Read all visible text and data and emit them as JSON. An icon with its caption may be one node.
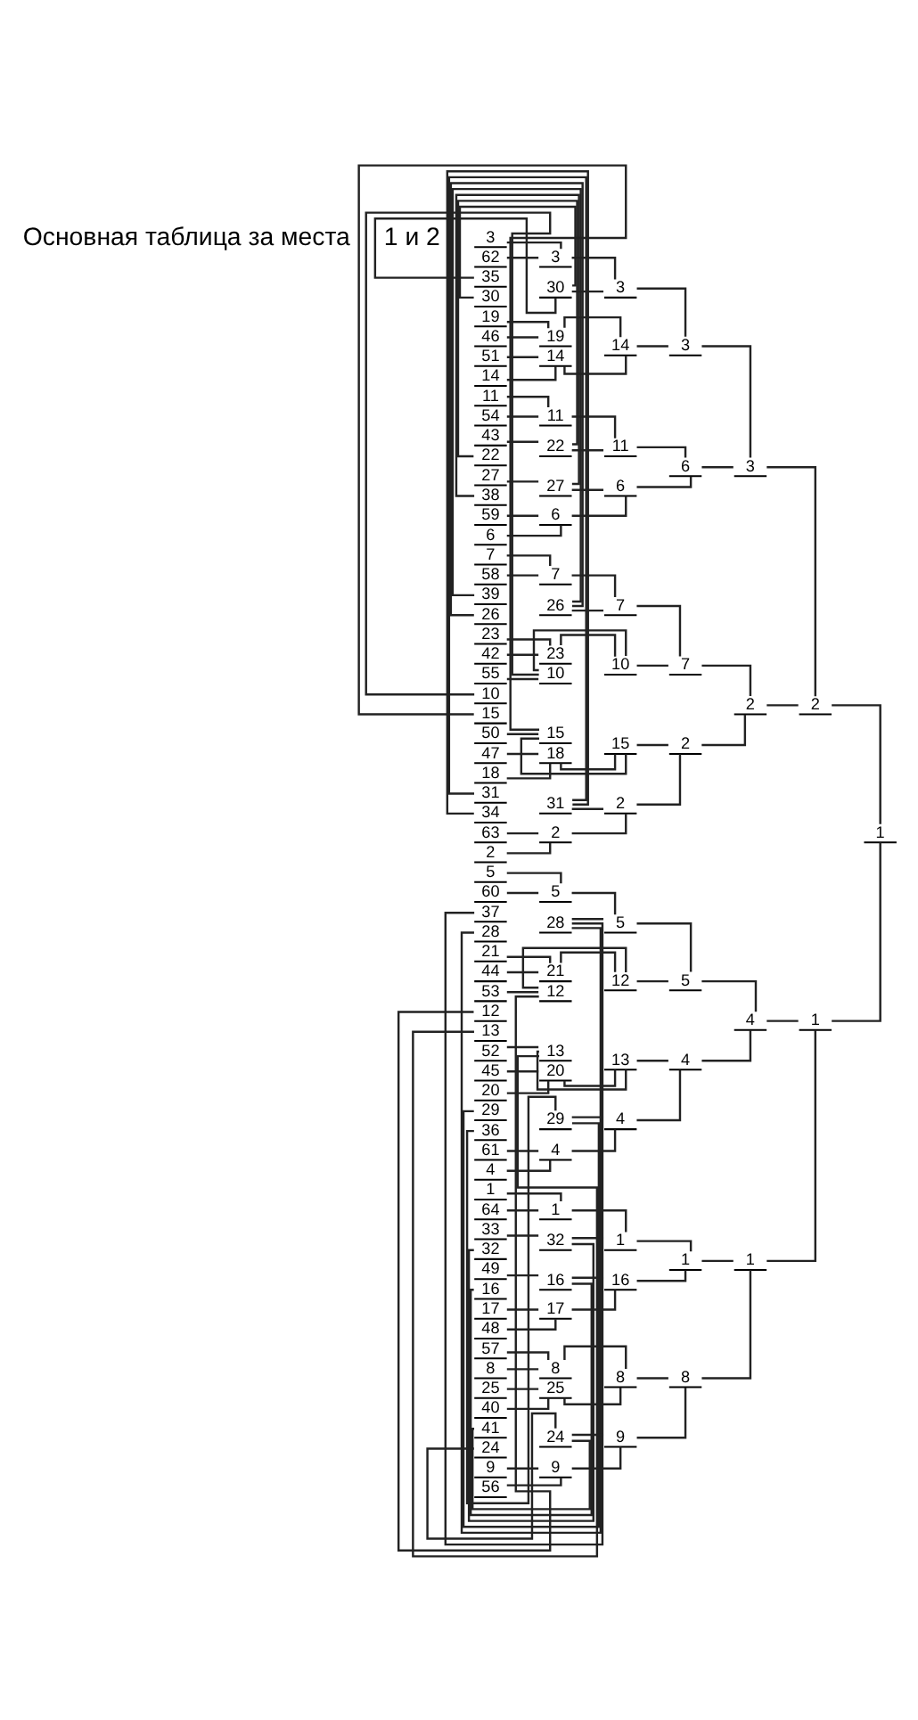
{
  "diagram": {
    "nodes": [
      {
        "text": [
          "1"
        ]
      },
      {
        "text": [
          "64"
        ]
      },
      {
        "text": [
          "33"
        ]
      },
      {
        "text": [
          "32"
        ]
      },
      {
        "text": [
          "17"
        ]
      },
      {
        "text": [
          "48"
        ]
      },
      {
        "text": [
          "49"
        ]
      },
      {
        "text": [
          "16"
        ]
      },
      {
        "text": [
          "9"
        ]
      },
      {
        "text": [
          "56"
        ]
      },
      {
        "text": [
          "41"
        ]
      },
      {
        "text": [
          "24"
        ]
      },
      {
        "text": [
          "25"
        ]
      },
      {
        "text": [
          "40"
        ]
      },
      {
        "text": [
          "57"
        ]
      },
      {
        "text": [
          "8"
        ]
      },
      {
        "text": [
          "5"
        ]
      },
      {
        "text": [
          "60"
        ]
      },
      {
        "text": [
          "37"
        ]
      },
      {
        "text": [
          "28"
        ]
      },
      {
        "text": [
          "21"
        ]
      },
      {
        "text": [
          "44"
        ]
      },
      {
        "text": [
          "53"
        ]
      },
      {
        "text": [
          "12"
        ]
      },
      {
        "text": [
          "13"
        ]
      },
      {
        "text": [
          "52"
        ]
      },
      {
        "text": [
          "45"
        ]
      },
      {
        "text": [
          "20"
        ]
      },
      {
        "text": [
          "29"
        ]
      },
      {
        "text": [
          "36"
        ]
      },
      {
        "text": [
          "61"
        ]
      },
      {
        "text": [
          "4"
        ]
      },
      {
        "text": [
          "3"
        ]
      },
      {
        "text": [
          "62"
        ]
      },
      {
        "text": [
          "35"
        ]
      },
      {
        "text": [
          "30"
        ]
      },
      {
        "text": [
          "19"
        ]
      },
      {
        "text": [
          "46"
        ]
      },
      {
        "text": [
          "51"
        ]
      },
      {
        "text": [
          "14"
        ]
      },
      {
        "text": [
          "11"
        ]
      },
      {
        "text": [
          "54"
        ]
      },
      {
        "text": [
          "43"
        ]
      },
      {
        "text": [
          "22"
        ]
      },
      {
        "text": [
          "27"
        ]
      },
      {
        "text": [
          "38"
        ]
      },
      {
        "text": [
          "59"
        ]
      },
      {
        "text": [
          "6"
        ]
      },
      {
        "text": [
          "7"
        ]
      },
      {
        "text": [
          "58"
        ]
      },
      {
        "text": [
          "39"
        ]
      },
      {
        "text": [
          "26"
        ]
      },
      {
        "text": [
          "23"
        ]
      },
      {
        "text": [
          "42"
        ]
      },
      {
        "text": [
          "55"
        ]
      },
      {
        "text": [
          "10"
        ]
      },
      {
        "text": [
          "15"
        ]
      },
      {
        "text": [
          "50"
        ]
      },
      {
        "text": [
          "47"
        ]
      },
      {
        "text": [
          "18"
        ]
      },
      {
        "text": [
          "31"
        ]
      },
      {
        "text": [
          "34"
        ]
      },
      {
        "text": [
          "63"
        ]
      },
      {
        "text": [
          "2"
        ]
      },
      {
        "text": [
          "1"
        ]
      },
      {
        "text": [
          "32"
        ]
      },
      {
        "text": [
          "17"
        ]
      },
      {
        "text": [
          "16"
        ]
      },
      {
        "text": [
          "9"
        ]
      },
      {
        "text": [
          "24"
        ]
      },
      {
        "text": [
          "25"
        ]
      },
      {
        "text": [
          "8"
        ]
      },
      {
        "text": [
          "5"
        ]
      },
      {
        "text": [
          "28"
        ]
      },
      {
        "text": [
          "21"
        ]
      },
      {
        "text": [
          "12"
        ]
      },
      {
        "text": [
          "13"
        ]
      },
      {
        "text": [
          "20"
        ]
      },
      {
        "text": [
          "29"
        ]
      },
      {
        "text": [
          "4"
        ]
      },
      {
        "text": [
          "3"
        ]
      },
      {
        "text": [
          "30"
        ]
      },
      {
        "text": [
          "19"
        ]
      },
      {
        "text": [
          "14"
        ]
      },
      {
        "text": [
          "11"
        ]
      },
      {
        "text": [
          "22"
        ]
      },
      {
        "text": [
          "27"
        ]
      },
      {
        "text": [
          "6"
        ]
      },
      {
        "text": [
          "7"
        ]
      },
      {
        "text": [
          "26"
        ]
      },
      {
        "text": [
          "23"
        ]
      },
      {
        "text": [
          "10"
        ]
      },
      {
        "text": [
          "15"
        ]
      },
      {
        "text": [
          "18"
        ]
      },
      {
        "text": [
          "31"
        ]
      },
      {
        "text": [
          "2"
        ]
      },
      {
        "text": [
          "1"
        ]
      },
      {
        "text": [
          "16"
        ]
      },
      {
        "text": [
          "9"
        ]
      },
      {
        "text": [
          "8"
        ]
      },
      {
        "text": [
          "5"
        ]
      },
      {
        "text": [
          "12"
        ]
      },
      {
        "text": [
          "13"
        ]
      },
      {
        "text": [
          "4"
        ]
      },
      {
        "text": [
          "3"
        ]
      },
      {
        "text": [
          "14"
        ]
      },
      {
        "text": [
          "11"
        ]
      },
      {
        "text": [
          "6"
        ]
      },
      {
        "text": [
          "7"
        ]
      },
      {
        "text": [
          "10"
        ]
      },
      {
        "text": [
          "15"
        ]
      },
      {
        "text": [
          "2"
        ]
      },
      {
        "text": [
          "1"
        ]
      },
      {
        "text": [
          "8"
        ]
      },
      {
        "text": [
          "5"
        ]
      },
      {
        "text": [
          "4"
        ]
      },
      {
        "text": [
          "3"
        ]
      },
      {
        "text": [
          "6"
        ]
      },
      {
        "text": [
          "7"
        ]
      },
      {
        "text": [
          "2"
        ]
      },
      {
        "text": [
          "1"
        ]
      },
      {
        "text": [
          "4"
        ]
      },
      {
        "text": [
          "3"
        ]
      },
      {
        "text": [
          "2"
        ]
      },
      {
        "text": [
          "1"
        ]
      },
      {
        "text": [
          "2"
        ]
      },
      {
        "text": [
          "1"
        ]
      }
    ],
    "edges": [
      {
        "from": 0,
        "to": 64,
        "arrow": "none"
      },
      {
        "from": 1,
        "to": 64,
        "arrow": "none"
      },
      {
        "from": 2,
        "to": 65,
        "arrow": "none"
      },
      {
        "from": 3,
        "to": 65,
        "arrow": "none"
      },
      {
        "from": 4,
        "to": 66,
        "arrow": "none"
      },
      {
        "from": 5,
        "to": 66,
        "arrow": "none"
      },
      {
        "from": 6,
        "to": 67,
        "arrow": "none"
      },
      {
        "from": 7,
        "to": 67,
        "arrow": "none"
      },
      {
        "from": 8,
        "to": 68,
        "arrow": "none"
      },
      {
        "from": 9,
        "to": 68,
        "arrow": "none"
      },
      {
        "from": 10,
        "to": 69,
        "arrow": "none"
      },
      {
        "from": 11,
        "to": 69,
        "arrow": "none"
      },
      {
        "from": 12,
        "to": 70,
        "arrow": "none"
      },
      {
        "from": 13,
        "to": 70,
        "arrow": "none"
      },
      {
        "from": 14,
        "to": 71,
        "arrow": "none"
      },
      {
        "from": 15,
        "to": 71,
        "arrow": "none"
      },
      {
        "from": 16,
        "to": 72,
        "arrow": "none"
      },
      {
        "from": 17,
        "to": 72,
        "arrow": "none"
      },
      {
        "from": 18,
        "to": 73,
        "arrow": "none"
      },
      {
        "from": 19,
        "to": 73,
        "arrow": "none"
      },
      {
        "from": 20,
        "to": 74,
        "arrow": "none"
      },
      {
        "from": 21,
        "to": 74,
        "arrow": "none"
      },
      {
        "from": 22,
        "to": 75,
        "arrow": "none"
      },
      {
        "from": 23,
        "to": 75,
        "arrow": "none"
      },
      {
        "from": 24,
        "to": 76,
        "arrow": "none"
      },
      {
        "from": 25,
        "to": 76,
        "arrow": "none"
      },
      {
        "from": 26,
        "to": 77,
        "arrow": "none"
      },
      {
        "from": 27,
        "to": 77,
        "arrow": "none"
      },
      {
        "from": 28,
        "to": 78,
        "arrow": "none"
      },
      {
        "from": 29,
        "to": 78,
        "arrow": "none"
      },
      {
        "from": 30,
        "to": 79,
        "arrow": "none"
      },
      {
        "from": 31,
        "to": 79,
        "arrow": "none"
      },
      {
        "from": 32,
        "to": 80,
        "arrow": "none"
      },
      {
        "from": 33,
        "to": 80,
        "arrow": "none"
      },
      {
        "from": 34,
        "to": 81,
        "arrow": "none"
      },
      {
        "from": 35,
        "to": 81,
        "arrow": "none"
      },
      {
        "from": 36,
        "to": 82,
        "arrow": "none"
      },
      {
        "from": 37,
        "to": 82,
        "arrow": "none"
      },
      {
        "from": 38,
        "to": 83,
        "arrow": "none"
      },
      {
        "from": 39,
        "to": 83,
        "arrow": "none"
      },
      {
        "from": 40,
        "to": 84,
        "arrow": "none"
      },
      {
        "from": 41,
        "to": 84,
        "arrow": "none"
      },
      {
        "from": 42,
        "to": 85,
        "arrow": "none"
      },
      {
        "from": 43,
        "to": 85,
        "arrow": "none"
      },
      {
        "from": 44,
        "to": 86,
        "arrow": "none"
      },
      {
        "from": 45,
        "to": 86,
        "arrow": "none"
      },
      {
        "from": 46,
        "to": 87,
        "arrow": "none"
      },
      {
        "from": 47,
        "to": 87,
        "arrow": "none"
      },
      {
        "from": 48,
        "to": 88,
        "arrow": "none"
      },
      {
        "from": 49,
        "to": 88,
        "arrow": "none"
      },
      {
        "from": 50,
        "to": 89,
        "arrow": "none"
      },
      {
        "from": 51,
        "to": 89,
        "arrow": "none"
      },
      {
        "from": 52,
        "to": 90,
        "arrow": "none"
      },
      {
        "from": 53,
        "to": 90,
        "arrow": "none"
      },
      {
        "from": 54,
        "to": 91,
        "arrow": "none"
      },
      {
        "from": 55,
        "to": 91,
        "arrow": "none"
      },
      {
        "from": 56,
        "to": 92,
        "arrow": "none"
      },
      {
        "from": 57,
        "to": 92,
        "arrow": "none"
      },
      {
        "from": 58,
        "to": 93,
        "arrow": "none"
      },
      {
        "from": 59,
        "to": 93,
        "arrow": "none"
      },
      {
        "from": 60,
        "to": 94,
        "arrow": "none"
      },
      {
        "from": 61,
        "to": 94,
        "arrow": "none"
      },
      {
        "from": 62,
        "to": 95,
        "arrow": "none"
      },
      {
        "from": 63,
        "to": 95,
        "arrow": "none"
      },
      {
        "from": 64,
        "to": 96,
        "arrow": "none"
      },
      {
        "from": 65,
        "to": 96,
        "arrow": "none"
      },
      {
        "from": 66,
        "to": 97,
        "arrow": "none"
      },
      {
        "from": 67,
        "to": 97,
        "arrow": "none"
      },
      {
        "from": 68,
        "to": 98,
        "arrow": "none"
      },
      {
        "from": 69,
        "to": 98,
        "arrow": "none"
      },
      {
        "from": 70,
        "to": 99,
        "arrow": "none"
      },
      {
        "from": 71,
        "to": 99,
        "arrow": "none"
      },
      {
        "from": 72,
        "to": 100,
        "arrow": "none"
      },
      {
        "from": 73,
        "to": 100,
        "arrow": "none"
      },
      {
        "from": 74,
        "to": 101,
        "arrow": "none"
      },
      {
        "from": 75,
        "to": 101,
        "arrow": "none"
      },
      {
        "from": 76,
        "to": 102,
        "arrow": "none"
      },
      {
        "from": 77,
        "to": 102,
        "arrow": "none"
      },
      {
        "from": 78,
        "to": 103,
        "arrow": "none"
      },
      {
        "from": 79,
        "to": 103,
        "arrow": "none"
      },
      {
        "from": 80,
        "to": 104,
        "arrow": "none"
      },
      {
        "from": 81,
        "to": 104,
        "arrow": "none"
      },
      {
        "from": 82,
        "to": 105,
        "arrow": "none"
      },
      {
        "from": 83,
        "to": 105,
        "arrow": "none"
      },
      {
        "from": 84,
        "to": 106,
        "arrow": "none"
      },
      {
        "from": 85,
        "to": 106,
        "arrow": "none"
      },
      {
        "from": 86,
        "to": 107,
        "arrow": "none"
      },
      {
        "from": 87,
        "to": 107,
        "arrow": "none"
      },
      {
        "from": 88,
        "to": 108,
        "arrow": "none"
      },
      {
        "from": 89,
        "to": 108,
        "arrow": "none"
      },
      {
        "from": 90,
        "to": 109,
        "arrow": "none"
      },
      {
        "from": 91,
        "to": 109,
        "arrow": "none"
      },
      {
        "from": 92,
        "to": 110,
        "arrow": "none"
      },
      {
        "from": 93,
        "to": 110,
        "arrow": "none"
      },
      {
        "from": 94,
        "to": 111,
        "arrow": "none"
      },
      {
        "from": 95,
        "to": 111,
        "arrow": "none"
      },
      {
        "from": 96,
        "to": 112,
        "arrow": "none"
      },
      {
        "from": 97,
        "to": 112,
        "arrow": "none"
      },
      {
        "from": 98,
        "to": 113,
        "arrow": "none"
      },
      {
        "from": 99,
        "to": 113,
        "arrow": "none"
      },
      {
        "from": 100,
        "to": 114,
        "arrow": "none"
      },
      {
        "from": 101,
        "to": 114,
        "arrow": "none"
      },
      {
        "from": 102,
        "to": 115,
        "arrow": "none"
      },
      {
        "from": 103,
        "to": 115,
        "arrow": "none"
      },
      {
        "from": 104,
        "to": 116,
        "arrow": "none"
      },
      {
        "from": 105,
        "to": 116,
        "arrow": "none"
      },
      {
        "from": 106,
        "to": 117,
        "arrow": "none"
      },
      {
        "from": 107,
        "to": 117,
        "arrow": "none"
      },
      {
        "from": 108,
        "to": 118,
        "arrow": "none"
      },
      {
        "from": 109,
        "to": 118,
        "arrow": "none"
      },
      {
        "from": 110,
        "to": 119,
        "arrow": "none"
      },
      {
        "from": 111,
        "to": 119,
        "arrow": "none"
      },
      {
        "from": 112,
        "to": 120,
        "arrow": "none"
      },
      {
        "from": 113,
        "to": 120,
        "arrow": "none"
      },
      {
        "from": 114,
        "to": 121,
        "arrow": "none"
      },
      {
        "from": 115,
        "to": 121,
        "arrow": "none"
      },
      {
        "from": 116,
        "to": 122,
        "arrow": "none"
      },
      {
        "from": 117,
        "to": 122,
        "arrow": "none"
      },
      {
        "from": 118,
        "to": 123,
        "arrow": "none"
      },
      {
        "from": 119,
        "to": 123,
        "arrow": "none"
      },
      {
        "from": 120,
        "to": 124,
        "arrow": "none"
      },
      {
        "from": 121,
        "to": 124,
        "arrow": "none"
      },
      {
        "from": 122,
        "to": 125,
        "arrow": "none"
      },
      {
        "from": 123,
        "to": 125,
        "arrow": "none"
      },
      {
        "from": 124,
        "to": 126,
        "arrow": "none"
      },
      {
        "from": 125,
        "to": 126,
        "arrow": "none"
      }
    ],
    "labels": [
      "Основная таблица за места",
      "1 и 2"
    ]
  }
}
